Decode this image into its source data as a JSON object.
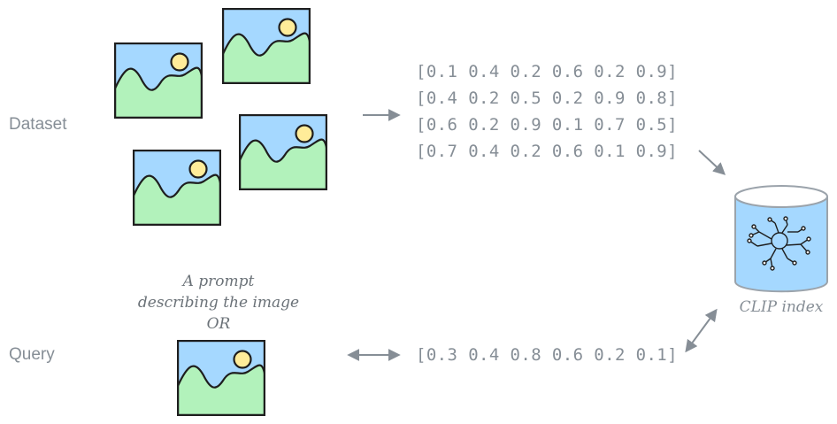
{
  "labels": {
    "dataset": "Dataset",
    "query": "Query"
  },
  "dataset_vectors": [
    "[0.1 0.4 0.2 0.6 0.2 0.9]",
    "[0.4 0.2 0.5 0.2 0.9 0.8]",
    "[0.6 0.2 0.9 0.1 0.7 0.5]",
    "[0.7 0.4 0.2 0.6 0.1 0.9]"
  ],
  "query_vector": "[0.3 0.4 0.8 0.6 0.2 0.1]",
  "prompt_note": {
    "line1": "A prompt",
    "line2": "describing the image",
    "line3": "OR"
  },
  "index_label": "CLIP index",
  "icons": {
    "image": "image-placeholder-icon",
    "database": "database-cylinder-icon",
    "tree": "tree-network-icon"
  },
  "colors": {
    "sky": "#a5d8ff",
    "hill": "#b2f2bb",
    "sun": "#ffec99",
    "outline": "#1e1e1e",
    "text": "#868e96",
    "arrow": "#868e96"
  }
}
